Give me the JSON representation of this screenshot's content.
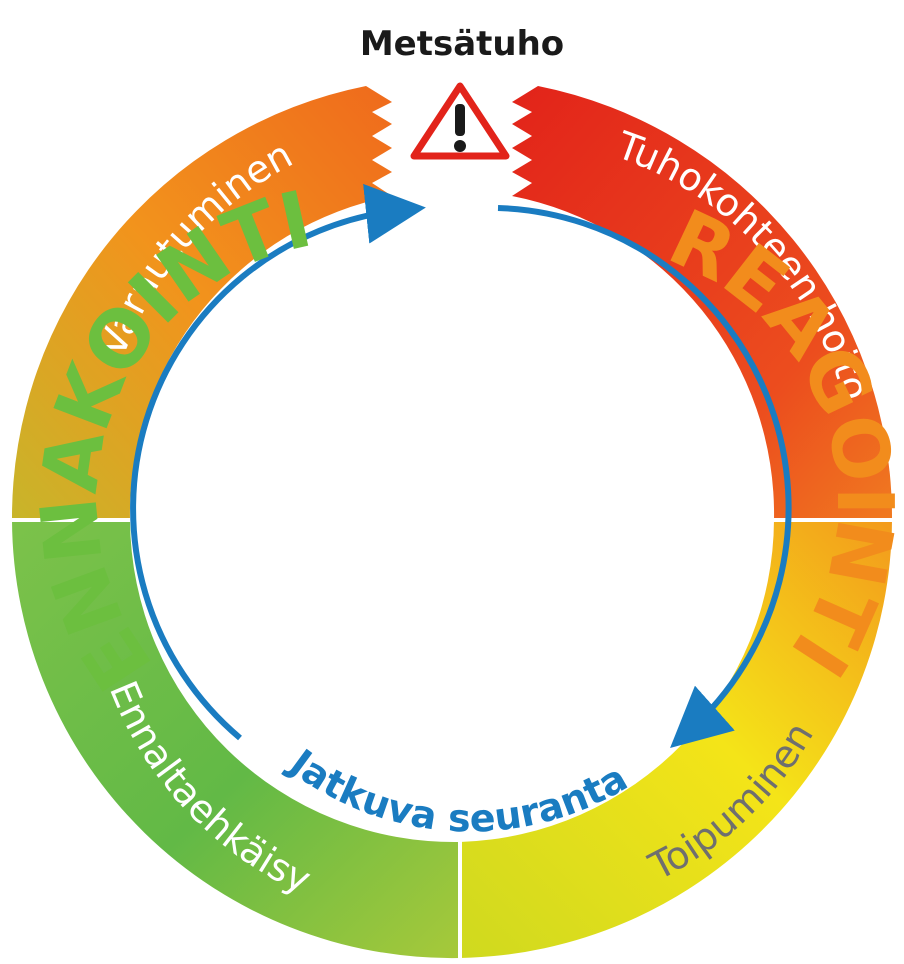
{
  "title": "Metsätuho",
  "segments": {
    "prepare": "Varautuminen",
    "treat": "Tuhokohteen hoito",
    "prevent": "Ennaltaehkäisy",
    "recover": "Toipuminen"
  },
  "inner": {
    "left_word": "ENNAKOINTI",
    "right_word": "REAGOINTI",
    "bottom_text": "Jatkuva seuranta"
  },
  "icons": {
    "warning": "warning-triangle-icon"
  },
  "colors": {
    "red": "#e2231a",
    "orange": "#ef7d1a",
    "yellow": "#f3e41a",
    "green": "#6cbf3f",
    "olive": "#c3b525",
    "blue_arrow": "#1a7cc1",
    "green_text": "#6cbf3f",
    "orange_text": "#f28c1c"
  }
}
